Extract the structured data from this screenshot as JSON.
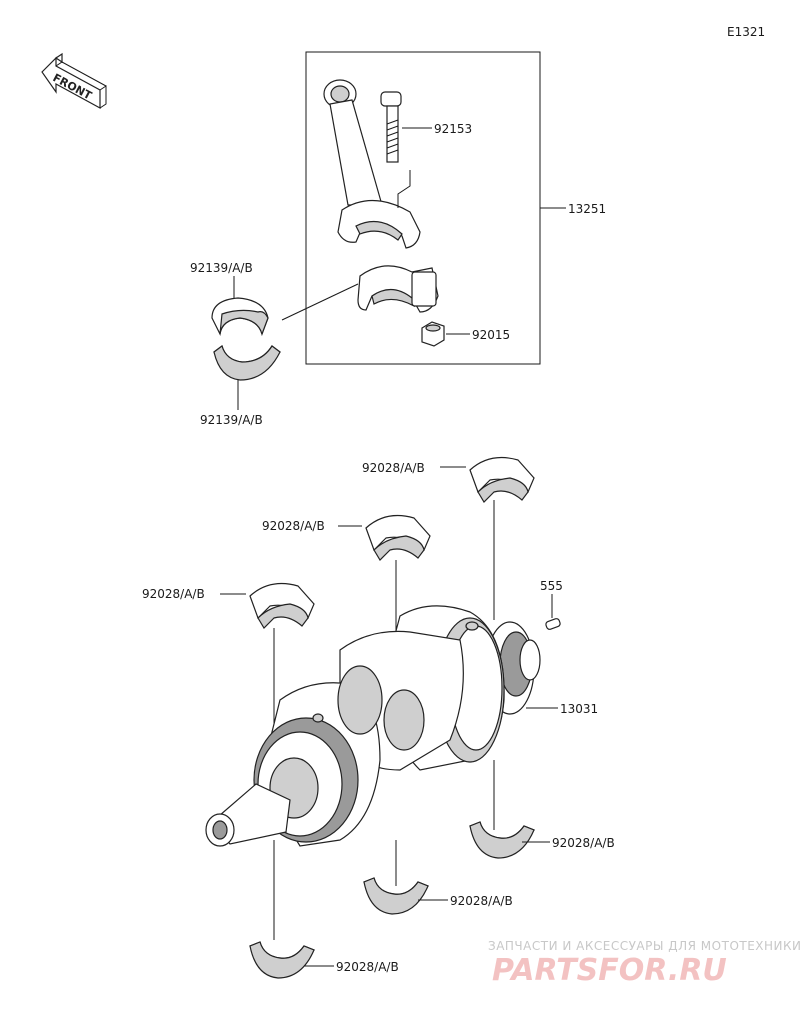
{
  "diagram_code": "E1321",
  "front_label": "FRONT",
  "labels": {
    "bolt": "92153",
    "con_rod_assy": "13251",
    "nut": "92015",
    "rod_bearing_upper": "92139/A/B",
    "rod_bearing_lower": "92139/A/B",
    "main_bearing_1": "92028/A/B",
    "main_bearing_2": "92028/A/B",
    "main_bearing_3": "92028/A/B",
    "pin": "555",
    "crankshaft": "13031",
    "main_bearing_4": "92028/A/B",
    "main_bearing_5": "92028/A/B",
    "main_bearing_6": "92028/A/B"
  },
  "watermark": {
    "tagline": "ЗАПЧАСТИ И АКСЕССУАРЫ ДЛЯ МОТОТЕХНИКИ",
    "brand": "PARTSFOR.RU"
  }
}
